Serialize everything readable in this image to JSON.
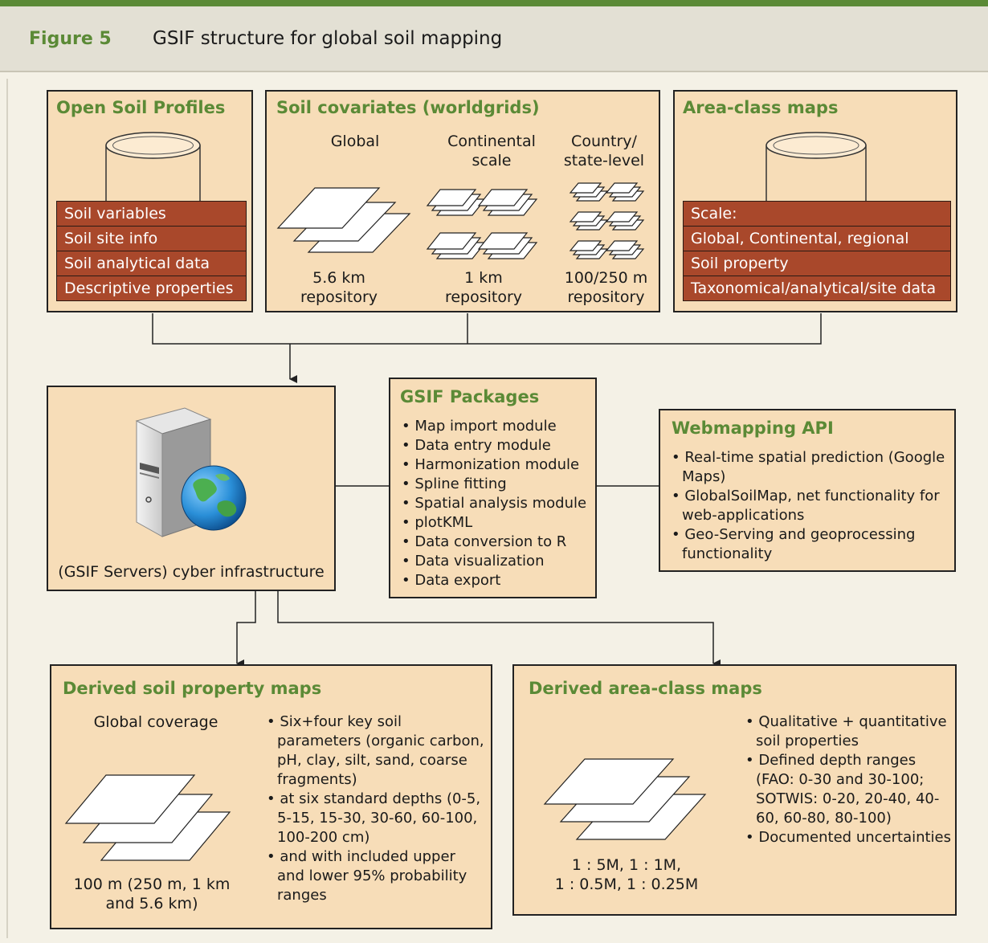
{
  "figure": {
    "label": "Figure 5",
    "title": "GSIF structure for global soil mapping"
  },
  "open_soil_profiles": {
    "title": "Open Soil Profiles",
    "items": [
      "Soil variables",
      "Soil site info",
      "Soil analytical data",
      "Descriptive properties"
    ]
  },
  "covariates": {
    "title": "Soil covariates (worldgrids)",
    "columns": [
      {
        "heading": "Global",
        "footer_line1": "5.6 km",
        "footer_line2": "repository"
      },
      {
        "heading_line1": "Continental",
        "heading_line2": "scale",
        "footer_line1": "1 km",
        "footer_line2": "repository"
      },
      {
        "heading_line1": "Country/",
        "heading_line2": "state-level",
        "footer_line1": "100/250 m",
        "footer_line2": "repository"
      }
    ]
  },
  "area_class_maps": {
    "title": "Area-class maps",
    "items": [
      "Scale:",
      "Global, Continental, regional",
      "Soil property",
      "Taxonomical/analytical/site data"
    ]
  },
  "servers": {
    "caption": "(GSIF Servers) cyber infrastructure"
  },
  "packages": {
    "title": "GSIF Packages",
    "items": [
      "Map import module",
      "Data entry module",
      "Harmonization module",
      "Spline fitting",
      "Spatial analysis module",
      "plotKML",
      "Data conversion to R",
      "Data visualization",
      "Data export"
    ]
  },
  "webmapping": {
    "title": "Webmapping API",
    "items": [
      "Real-time spatial prediction (Google Maps)",
      "GlobalSoilMap, net functionality for web-applications",
      "Geo-Serving and geoprocessing functionality"
    ]
  },
  "derived_property": {
    "title": "Derived soil property maps",
    "coverage_label": "Global coverage",
    "resolution_line1": "100 m (250 m, 1 km",
    "resolution_line2": "and 5.6 km)",
    "items": [
      "Six+four key soil parameters (organic carbon, pH, clay, silt, sand, coarse fragments)",
      "at six standard depths (0-5, 5-15, 15-30, 30-60, 60-100, 100-200 cm)",
      "and with included upper and lower 95% probability ranges"
    ]
  },
  "derived_area": {
    "title": "Derived area-class maps",
    "scale_line1": "1 : 5M, 1 : 1M,",
    "scale_line2": "1 : 0.5M, 1 : 0.25M",
    "items": [
      "Qualitative + quantitative soil properties",
      "Defined depth ranges (FAO: 0-30 and 30-100; SOTWIS: 0-20, 20-40, 40-60, 60-80, 80-100)",
      "Documented uncertainties"
    ]
  },
  "colors": {
    "accent_green": "#5b8a36",
    "box_fill": "#f7ddb8",
    "rust": "#a9482b"
  }
}
